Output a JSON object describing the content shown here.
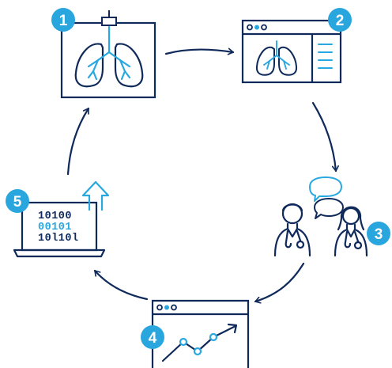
{
  "diagram": {
    "type": "cycle",
    "colors": {
      "navy": "#0f2a5a",
      "accent": "#29a8e0",
      "badge": "#2aa6df",
      "background": "#ffffff"
    },
    "steps": [
      {
        "number": "1",
        "icon": "lung-xray-scan-icon"
      },
      {
        "number": "2",
        "icon": "lung-image-on-screen-icon"
      },
      {
        "number": "3",
        "icon": "doctors-discussing-icon"
      },
      {
        "number": "4",
        "icon": "analytics-chart-window-icon"
      },
      {
        "number": "5",
        "icon": "laptop-binary-upload-icon"
      }
    ],
    "binary": {
      "line1": "10100",
      "line2": "00101",
      "line3": "10l10l"
    }
  }
}
